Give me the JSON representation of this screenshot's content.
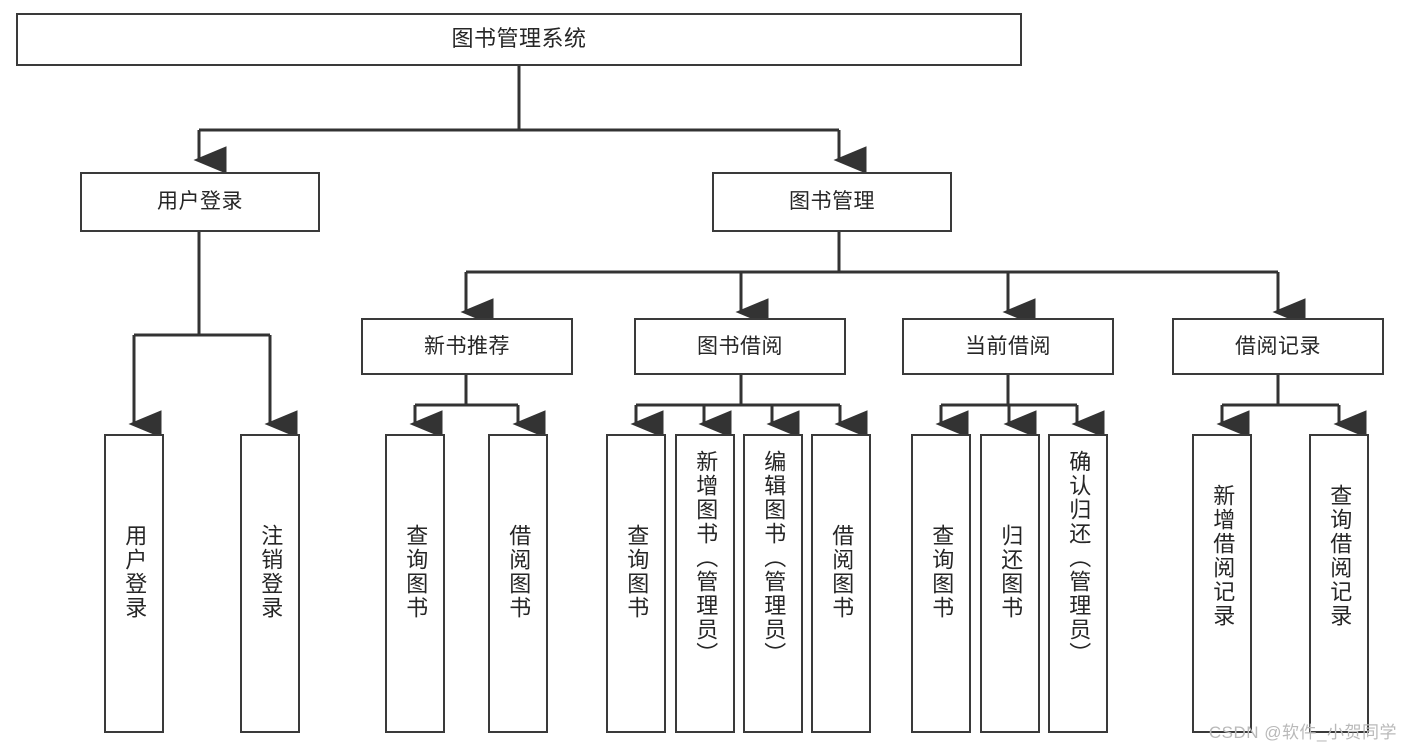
{
  "diagram": {
    "type": "tree-hierarchy",
    "title": "图书管理系统",
    "root": {
      "id": "root",
      "label": "图书管理系统"
    },
    "level2": [
      {
        "id": "user-login",
        "label": "用户登录"
      },
      {
        "id": "book-management",
        "label": "图书管理"
      }
    ],
    "level3": [
      {
        "id": "new-book-recommend",
        "label": "新书推荐",
        "parent": "book-management"
      },
      {
        "id": "book-borrow",
        "label": "图书借阅",
        "parent": "book-management"
      },
      {
        "id": "current-borrow",
        "label": "当前借阅",
        "parent": "book-management"
      },
      {
        "id": "borrow-record",
        "label": "借阅记录",
        "parent": "book-management"
      }
    ],
    "leaves": [
      {
        "id": "leaf-user-login",
        "label": "用户登录",
        "parent": "user-login"
      },
      {
        "id": "leaf-logout-login",
        "label": "注销登录",
        "parent": "user-login"
      },
      {
        "id": "leaf-query-book-1",
        "label": "查询图书",
        "parent": "new-book-recommend"
      },
      {
        "id": "leaf-borrow-book-1",
        "label": "借阅图书",
        "parent": "new-book-recommend"
      },
      {
        "id": "leaf-query-book-2",
        "label": "查询图书",
        "parent": "book-borrow"
      },
      {
        "id": "leaf-add-book",
        "label": "新增图书（管理员）",
        "parent": "book-borrow"
      },
      {
        "id": "leaf-edit-book",
        "label": "编辑图书（管理员）",
        "parent": "book-borrow"
      },
      {
        "id": "leaf-borrow-book-2",
        "label": "借阅图书",
        "parent": "book-borrow"
      },
      {
        "id": "leaf-query-book-3",
        "label": "查询图书",
        "parent": "current-borrow"
      },
      {
        "id": "leaf-return-book",
        "label": "归还图书",
        "parent": "current-borrow"
      },
      {
        "id": "leaf-confirm-return",
        "label": "确认归还（管理员）",
        "parent": "current-borrow"
      },
      {
        "id": "leaf-add-record",
        "label": "新增借阅记录",
        "parent": "borrow-record"
      },
      {
        "id": "leaf-query-record",
        "label": "查询借阅记录",
        "parent": "borrow-record"
      }
    ],
    "colors": {
      "box_border": "#3a3a3a",
      "box_fill": "#ffffff",
      "edge": "#333333",
      "text": "#262626",
      "background": "#ffffff",
      "watermark": "#b9b9b9"
    }
  },
  "watermark": {
    "text": "CSDN @软件_小贺同学"
  }
}
